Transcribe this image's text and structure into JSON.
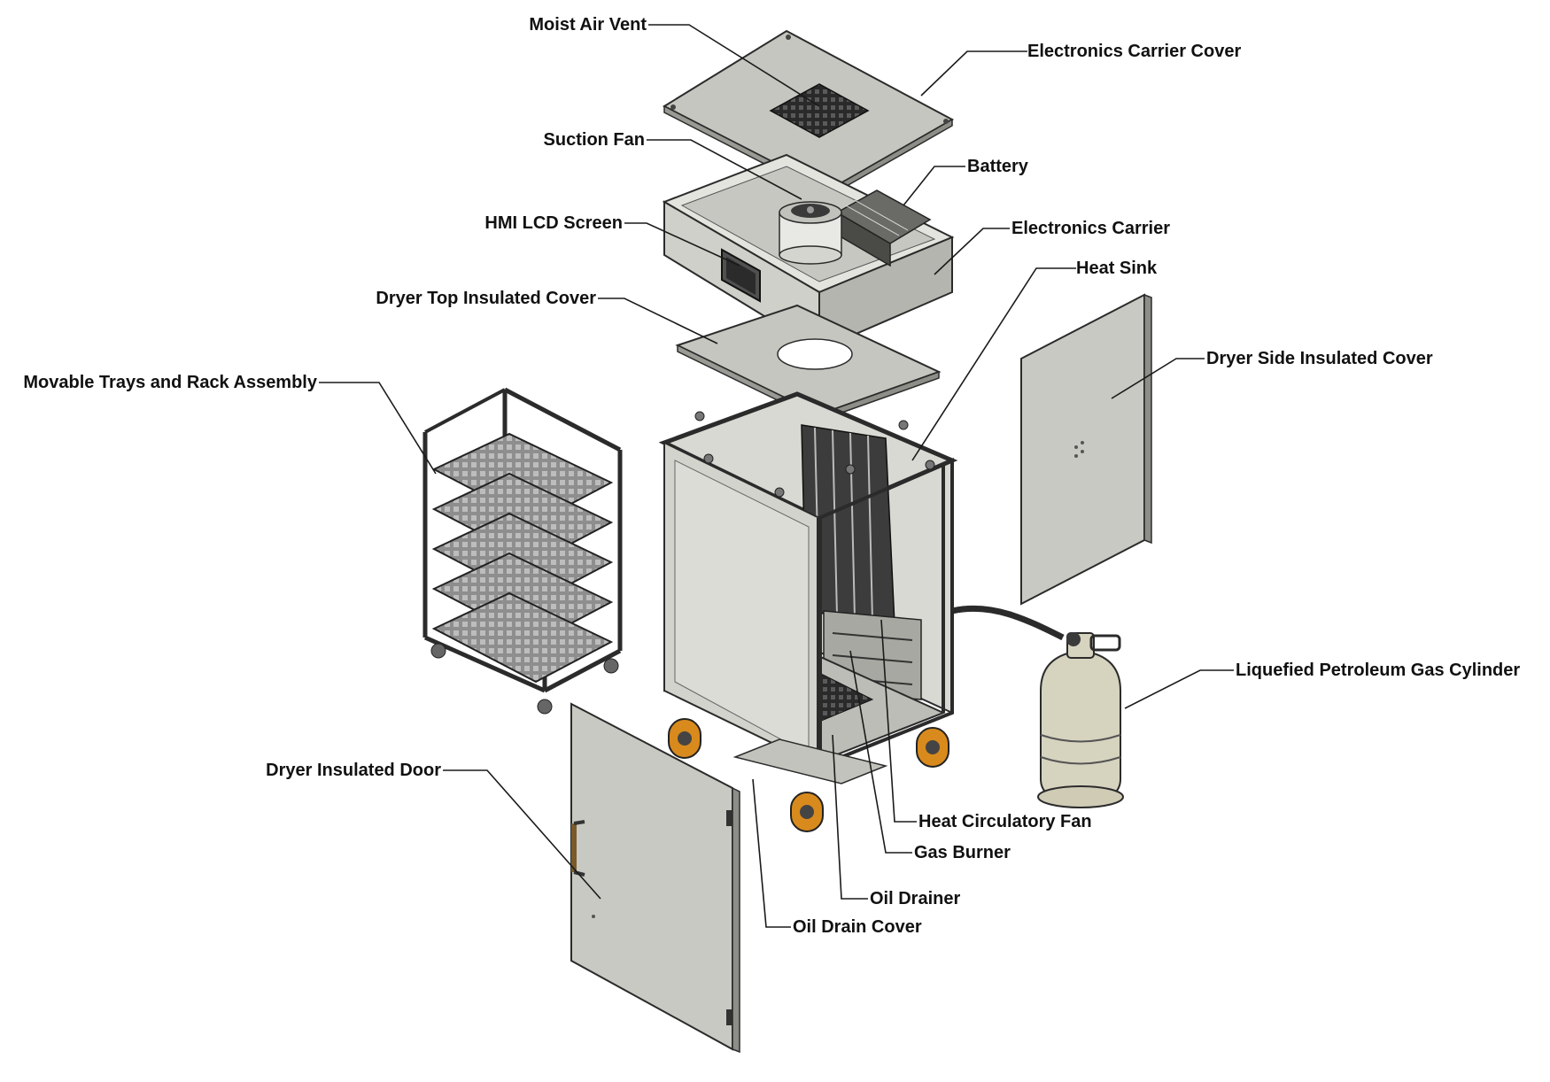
{
  "labels": {
    "moist_air_vent": "Moist Air Vent",
    "electronics_carrier_cover": "Electronics Carrier Cover",
    "suction_fan": "Suction Fan",
    "battery": "Battery",
    "hmi_lcd_screen": "HMI LCD Screen",
    "electronics_carrier": "Electronics Carrier",
    "heat_sink": "Heat Sink",
    "dryer_top_insulated_cover": "Dryer Top Insulated Cover",
    "dryer_side_insulated_cover": "Dryer Side Insulated Cover",
    "movable_trays_rack": "Movable Trays and Rack Assembly",
    "lpg_cylinder": "Liquefied Petroleum Gas Cylinder",
    "dryer_insulated_door": "Dryer Insulated Door",
    "heat_circulatory_fan": "Heat Circulatory Fan",
    "gas_burner": "Gas Burner",
    "oil_drainer": "Oil Drainer",
    "oil_drain_cover": "Oil Drain Cover"
  },
  "colors": {
    "panel": "#c9c9c3",
    "panel_dark": "#a9a9a3",
    "outline": "#2b2b2b",
    "wheel": "#d98a1c",
    "cylinder": "#d6d3bf",
    "leader": "#1a1a1a"
  }
}
